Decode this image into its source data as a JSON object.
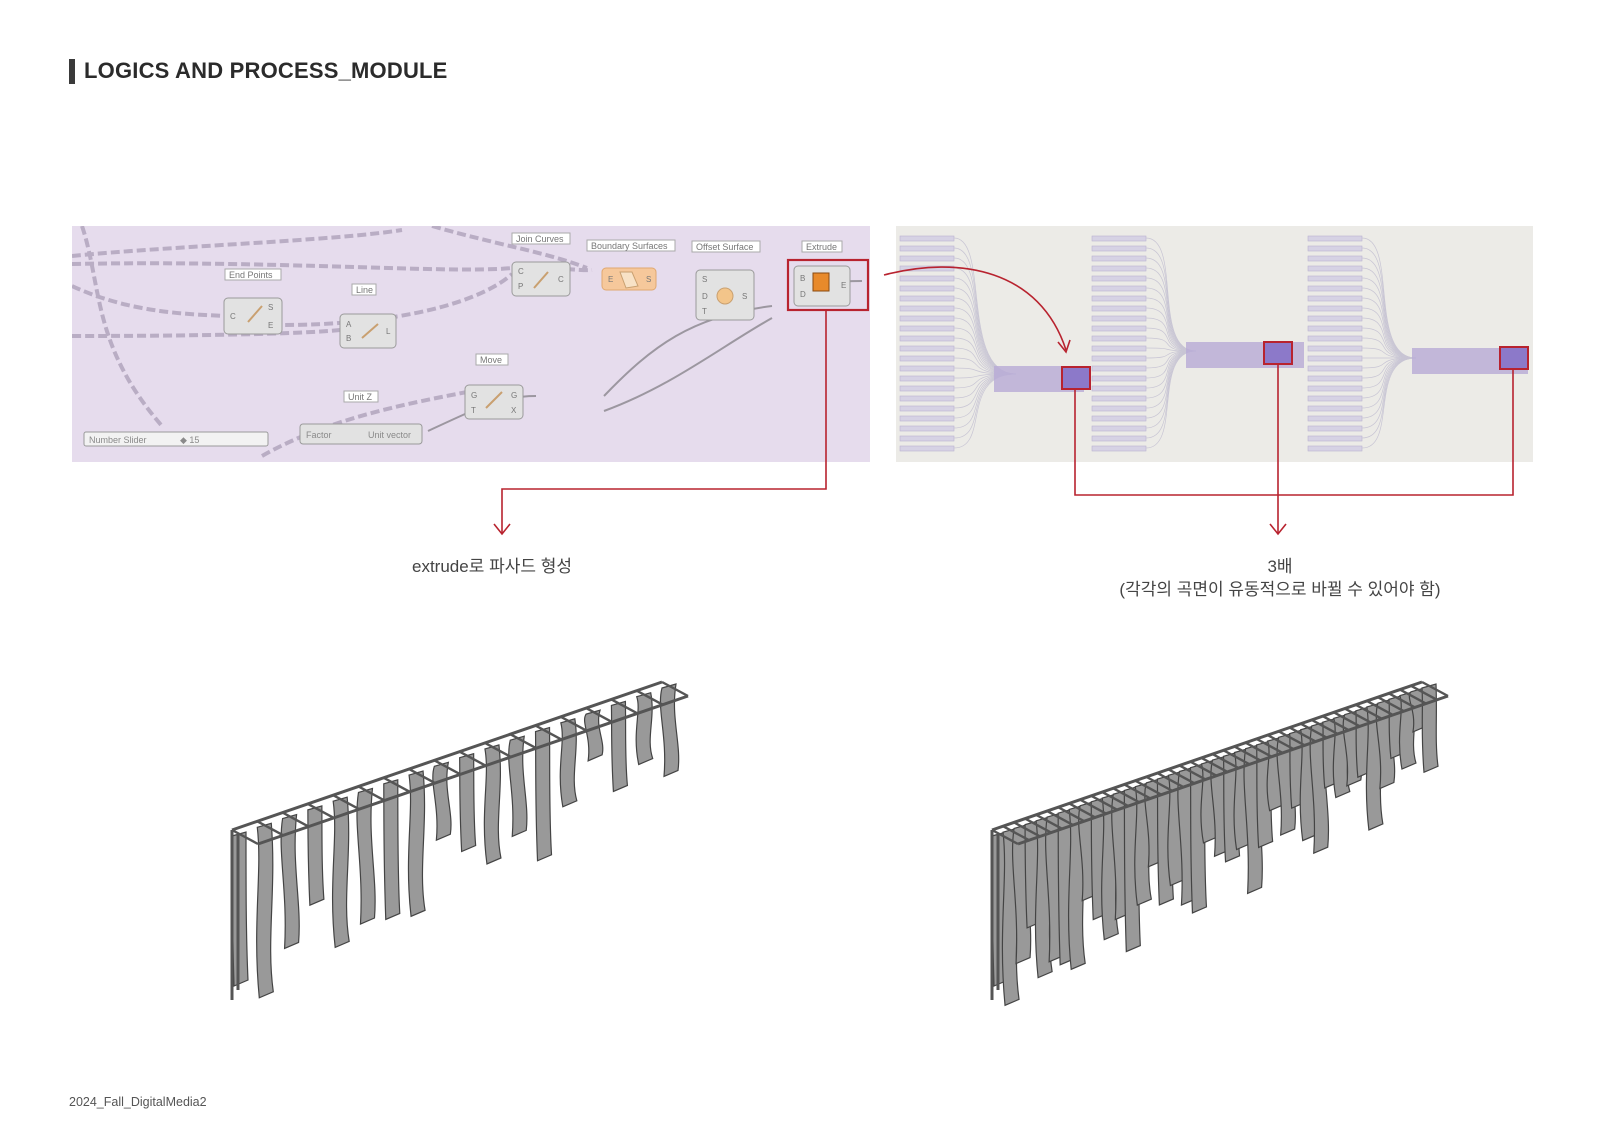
{
  "header": {
    "title": "LOGICS AND PROCESS_MODULE"
  },
  "definition": {
    "components": [
      {
        "label": "End Points",
        "inputs": [
          "C"
        ],
        "outputs": [
          "S",
          "E"
        ]
      },
      {
        "label": "Line",
        "inputs": [
          "A",
          "B"
        ],
        "outputs": [
          "L"
        ]
      },
      {
        "label": "Join Curves",
        "inputs": [
          "C",
          "P"
        ],
        "outputs": [
          "C"
        ]
      },
      {
        "label": "Boundary Surfaces",
        "inputs": [
          "E"
        ],
        "outputs": [
          "S"
        ]
      },
      {
        "label": "Offset Surface",
        "inputs": [
          "S",
          "D",
          "T"
        ],
        "outputs": [
          "S"
        ]
      },
      {
        "label": "Extrude",
        "inputs": [
          "B",
          "D"
        ],
        "outputs": [
          "E"
        ]
      },
      {
        "label": "Move",
        "inputs": [
          "G",
          "T"
        ],
        "outputs": [
          "G",
          "X"
        ]
      },
      {
        "label": "Unit Z"
      }
    ],
    "slider": {
      "label": "Number Slider",
      "value": "◆ 15"
    },
    "unit_vector": {
      "left": "Factor",
      "right": "Unit vector"
    }
  },
  "captions": {
    "left": "extrude로 파사드 형성",
    "right_line1": "3배",
    "right_line2": "(각각의 곡면이 유동적으로 바뀔 수 있어야 함)"
  },
  "footer": {
    "text": "2024_Fall_DigitalMedia2"
  },
  "colors": {
    "highlight": "#b8232f",
    "canvas_purple": "#e6dced",
    "canvas_gray": "#ecebe7",
    "fin_gray": "#999999"
  }
}
